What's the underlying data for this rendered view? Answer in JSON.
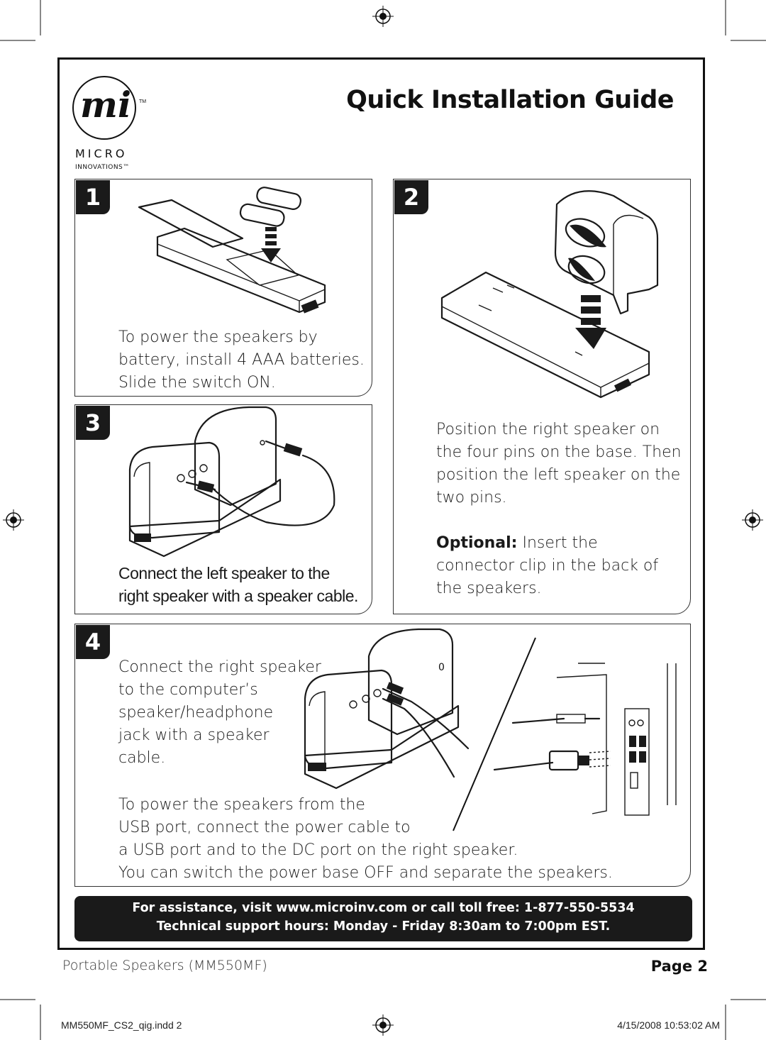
{
  "header": {
    "title": "Quick Installation Guide",
    "logo_text_main": "MICRO",
    "logo_text_sub": "INNOVATIONS™",
    "logo_mark": "mi",
    "logo_tm": "TM"
  },
  "steps": [
    {
      "number": "1",
      "lines": [
        "To power the speakers by",
        "battery, install 4 AAA batteries.",
        "Slide the switch ON."
      ]
    },
    {
      "number": "2",
      "lines": [
        "Position the right speaker on",
        "the four pins on the base. Then",
        "position the left speaker on the",
        "two pins."
      ],
      "optional_label": "Optional:",
      "optional_lines": [
        " Insert the",
        "connector clip in the back of",
        "the speakers."
      ]
    },
    {
      "number": "3",
      "lines": [
        "Connect the left speaker to the",
        "right speaker with a speaker cable."
      ]
    },
    {
      "number": "4",
      "lines_a": [
        "Connect the right speaker",
        "to the computer’s",
        "speaker/headphone",
        "jack with a speaker",
        "cable."
      ],
      "lines_b": [
        "To power the speakers from the",
        "USB port, connect the power cable to",
        "a USB port and to the DC port on the right speaker.",
        "You can switch the power base OFF and separate the speakers."
      ]
    }
  ],
  "support": {
    "line1": "For assistance, visit www.microinv.com or call toll free: 1-877-550-5534",
    "line2": "Technical support hours: Monday - Friday 8:30am to 7:00pm EST."
  },
  "footer": {
    "product": "Portable Speakers (MM550MF)",
    "page": "Page 2",
    "file": "MM550MF_CS2_qig.indd   2",
    "date": "4/15/2008   10:53:02 AM"
  },
  "icons": [
    "registration-mark-icon",
    "battery-icon",
    "speaker-icon",
    "cable-icon",
    "usb-plug-icon"
  ]
}
